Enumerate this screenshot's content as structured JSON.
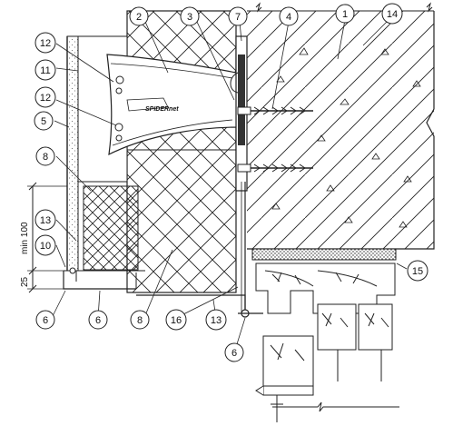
{
  "drawing": {
    "brand_mark": "SPIDERnet",
    "dimension_min": "min 100",
    "dimension_gap": "25"
  },
  "callouts": [
    {
      "key": "c1",
      "label": "1"
    },
    {
      "key": "c2",
      "label": "2"
    },
    {
      "key": "c3",
      "label": "3"
    },
    {
      "key": "c7",
      "label": "7"
    },
    {
      "key": "c4",
      "label": "4"
    },
    {
      "key": "c14",
      "label": "14"
    },
    {
      "key": "c12a",
      "label": "12"
    },
    {
      "key": "c11",
      "label": "11"
    },
    {
      "key": "c12b",
      "label": "12"
    },
    {
      "key": "c5",
      "label": "5"
    },
    {
      "key": "c8a",
      "label": "8"
    },
    {
      "key": "c13a",
      "label": "13"
    },
    {
      "key": "c10",
      "label": "10"
    },
    {
      "key": "c15",
      "label": "15"
    },
    {
      "key": "c6a",
      "label": "6"
    },
    {
      "key": "c6b",
      "label": "6"
    },
    {
      "key": "c8b",
      "label": "8"
    },
    {
      "key": "c16",
      "label": "16"
    },
    {
      "key": "c13b",
      "label": "13"
    },
    {
      "key": "c6c",
      "label": "6"
    }
  ]
}
